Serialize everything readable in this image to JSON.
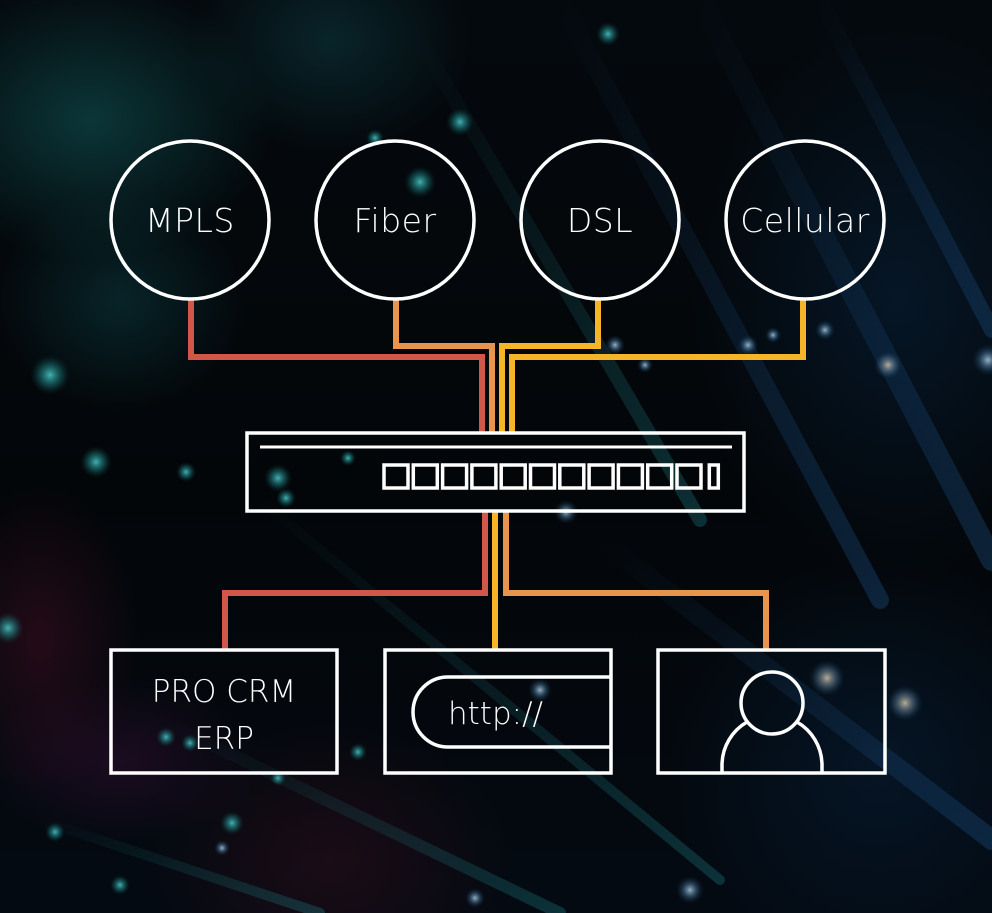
{
  "diagram": {
    "title": "",
    "colors": {
      "background": "#03080c",
      "outline": "#ffffff",
      "mpls_wire": "#d0574a",
      "fiber_wire": "#e8944c",
      "dsl_wire": "#f5b527",
      "cellular_wire": "#f5b527",
      "crm_wire": "#d0574a",
      "web_wire": "#f5b527",
      "user_wire": "#e8944c"
    },
    "connections": [
      {
        "label": "MPLS",
        "icon": "circle-node"
      },
      {
        "label": "Fiber",
        "icon": "circle-node"
      },
      {
        "label": "DSL",
        "icon": "circle-node"
      },
      {
        "label": "Cellular",
        "icon": "circle-node"
      }
    ],
    "switch": {
      "icon": "network-switch-icon",
      "port_count": 11,
      "extra_port_count": 1
    },
    "endpoints": [
      {
        "label_line1": "PRO CRM",
        "label_line2": "ERP",
        "icon": "application-box"
      },
      {
        "label": "http://",
        "icon": "web-url-icon"
      },
      {
        "label": "",
        "icon": "user-icon"
      }
    ]
  }
}
